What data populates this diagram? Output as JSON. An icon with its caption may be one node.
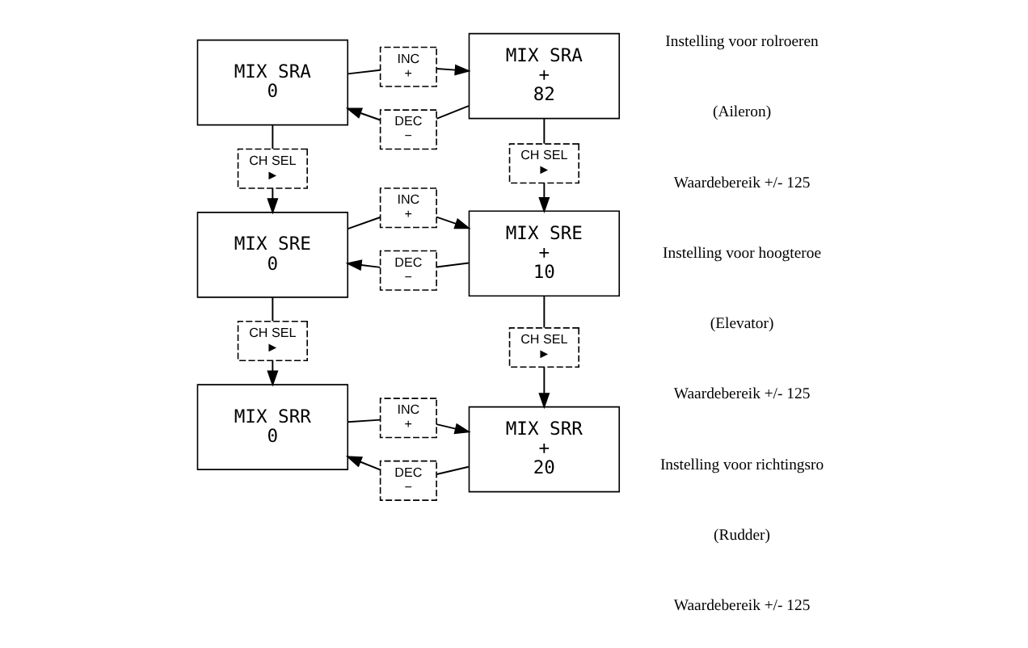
{
  "diagram": {
    "nodes": [
      {
        "text": [
          "MIX SRA",
          "0"
        ]
      },
      {
        "text": [
          "INC",
          "+"
        ]
      },
      {
        "text": [
          "MIX SRA",
          "+",
          "82"
        ]
      },
      {
        "text": [
          "DEC",
          "−"
        ]
      },
      {
        "text": [
          "CH SEL",
          "►"
        ]
      },
      {
        "text": [
          "CH SEL",
          "►"
        ]
      },
      {
        "text": [
          "MIX SRE",
          "0"
        ]
      },
      {
        "text": [
          "INC",
          "+"
        ]
      },
      {
        "text": [
          "MIX SRE",
          "+",
          "10"
        ]
      },
      {
        "text": [
          "DEC",
          "−"
        ]
      },
      {
        "text": [
          "CH SEL",
          "►"
        ]
      },
      {
        "text": [
          "CH SEL",
          "►"
        ]
      },
      {
        "text": [
          "MIX SRR",
          "0"
        ]
      },
      {
        "text": [
          "INC",
          "+"
        ]
      },
      {
        "text": [
          "MIX SRR",
          "+",
          "20"
        ]
      },
      {
        "text": [
          "DEC",
          "−"
        ]
      }
    ],
    "edges": [
      {
        "from": 0,
        "to": 1,
        "arrow": "none"
      },
      {
        "from": 1,
        "to": 2,
        "arrow": "to"
      },
      {
        "from": 2,
        "to": 3,
        "arrow": "none"
      },
      {
        "from": 3,
        "to": 0,
        "arrow": "to"
      },
      {
        "from": 0,
        "to": 4,
        "arrow": "none"
      },
      {
        "from": 4,
        "to": 6,
        "arrow": "to"
      },
      {
        "from": 2,
        "to": 5,
        "arrow": "none"
      },
      {
        "from": 5,
        "to": 8,
        "arrow": "to"
      },
      {
        "from": 6,
        "to": 7,
        "arrow": "none"
      },
      {
        "from": 7,
        "to": 8,
        "arrow": "to"
      },
      {
        "from": 8,
        "to": 9,
        "arrow": "none"
      },
      {
        "from": 9,
        "to": 6,
        "arrow": "to"
      },
      {
        "from": 6,
        "to": 10,
        "arrow": "none"
      },
      {
        "from": 10,
        "to": 12,
        "arrow": "to"
      },
      {
        "from": 8,
        "to": 11,
        "arrow": "none"
      },
      {
        "from": 11,
        "to": 14,
        "arrow": "to"
      },
      {
        "from": 12,
        "to": 13,
        "arrow": "none"
      },
      {
        "from": 13,
        "to": 14,
        "arrow": "to"
      },
      {
        "from": 14,
        "to": 15,
        "arrow": "none"
      },
      {
        "from": 15,
        "to": 12,
        "arrow": "to"
      }
    ],
    "labels": [
      "Instelling voor rolroeren",
      "(Aileron)",
      "Waardebereik +/- 125",
      "Instelling voor hoogteroe",
      "(Elevator)",
      "Waardebereik +/- 125",
      "Instelling voor richtingsro",
      "(Rudder)",
      "Waardebereik +/- 125"
    ]
  }
}
